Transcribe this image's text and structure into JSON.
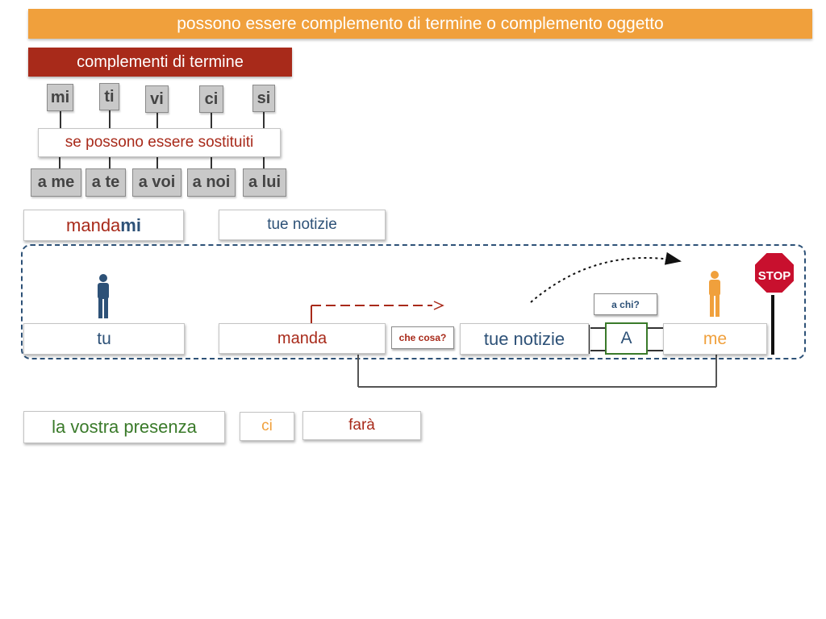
{
  "title": "possono essere complemento di termine o complemento oggetto",
  "header_label": "complementi di termine",
  "pronouns": [
    "mi",
    "ti",
    "vi",
    "ci",
    "si"
  ],
  "condition": "se possono essere sostituiti",
  "replacements": [
    "a me",
    "a te",
    "a voi",
    "a noi",
    "a lui"
  ],
  "example1": {
    "verb_part": "manda",
    "pronoun_part": "mi",
    "object": "tue notizie"
  },
  "sentence": {
    "subject": "tu",
    "verb": "manda",
    "question_object": "che cosa?",
    "object": "tue notizie",
    "question_term": "a chi?",
    "term_marker": "A",
    "term": "me",
    "stop_sign": "STOP"
  },
  "example2": {
    "subject": "la vostra presenza",
    "pronoun": "ci",
    "verb": "farà"
  },
  "colors": {
    "banner": "#f0a03c",
    "header": "#a82a1a",
    "verb": "#a82a1a",
    "object": "#2d5177",
    "term": "#f0a03c",
    "subject_green": "#3a7a2a",
    "person_blue": "#2d5177",
    "person_orange": "#f0a03c"
  },
  "icons": [
    "person-blue-icon",
    "person-orange-icon",
    "stop-sign-icon",
    "dashed-arrow-icon",
    "curved-arrow-icon"
  ]
}
